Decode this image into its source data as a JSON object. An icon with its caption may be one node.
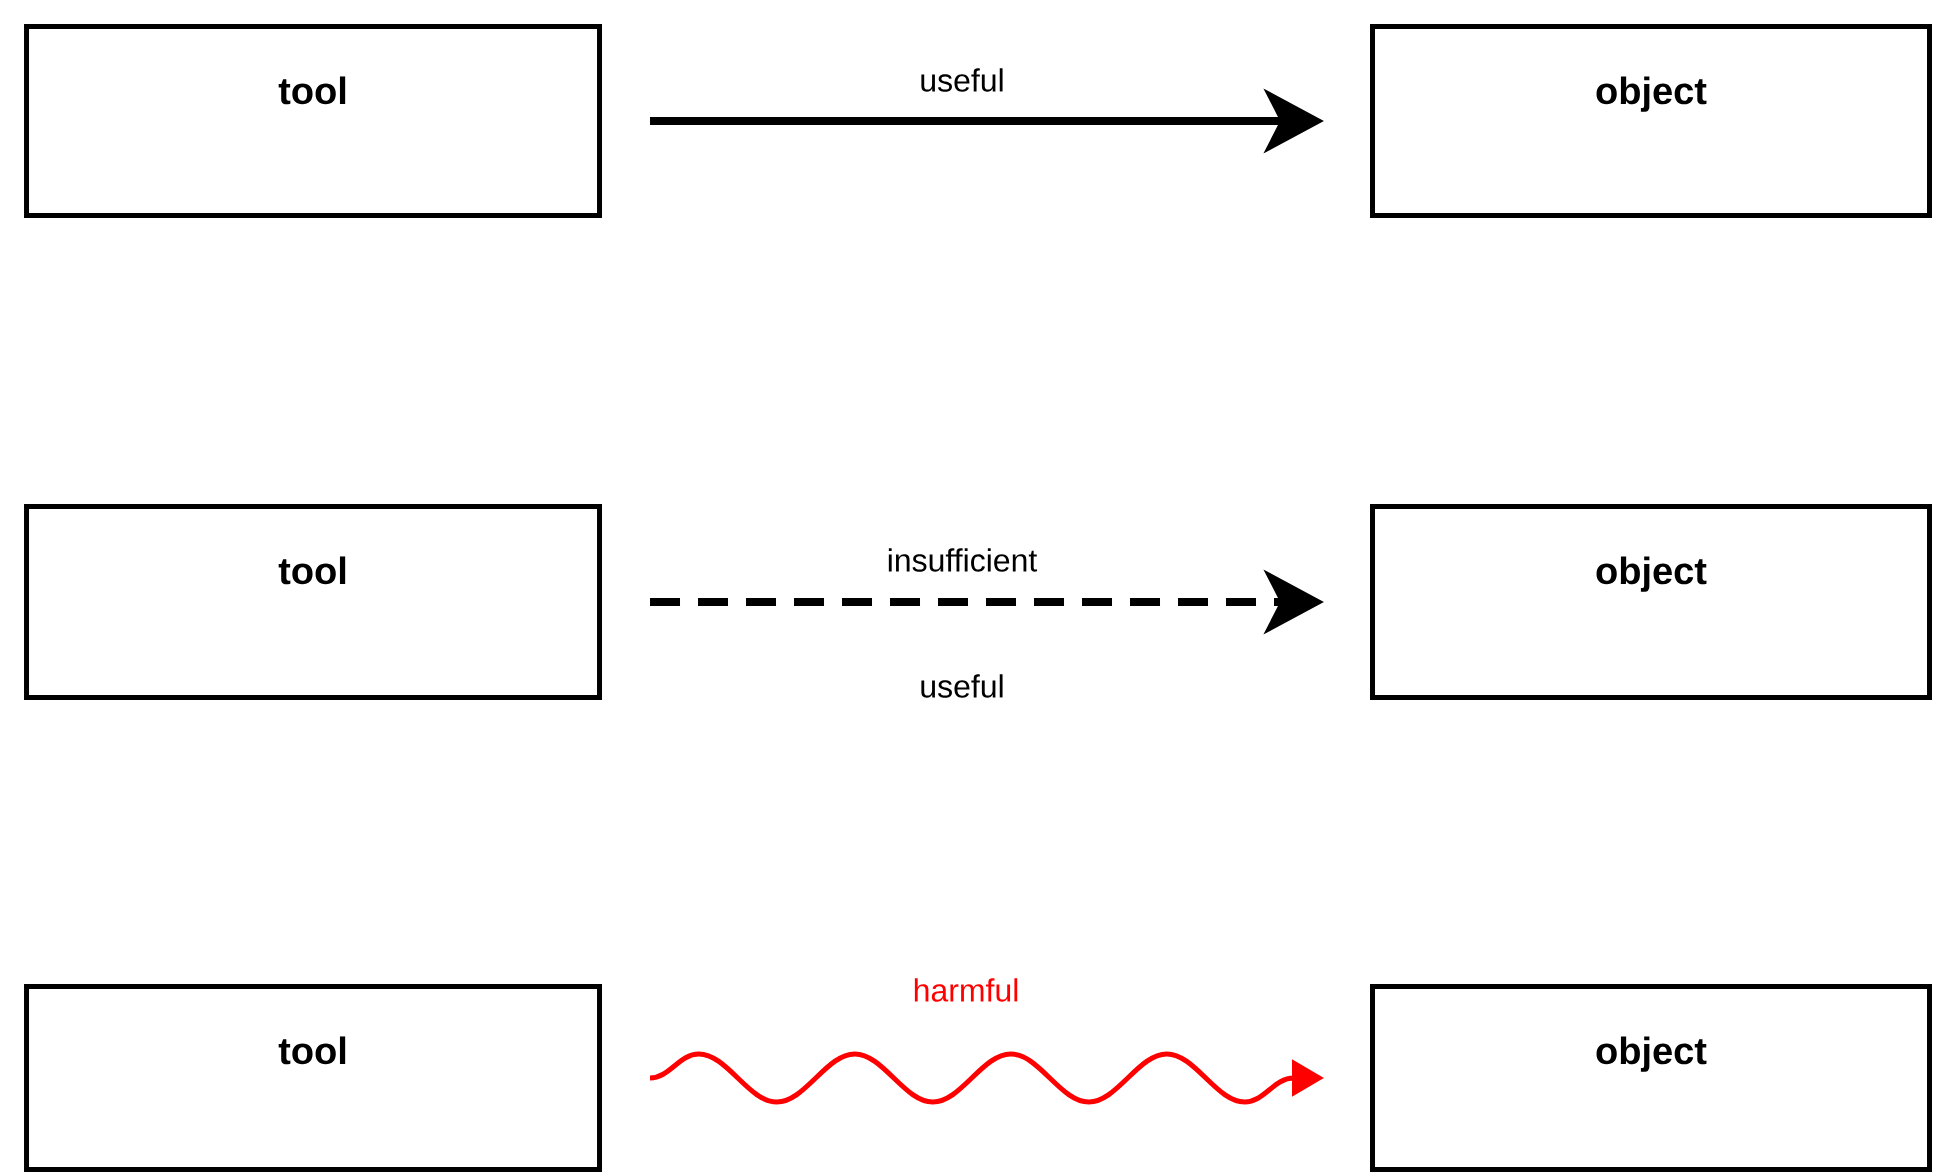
{
  "diagram": {
    "nodes": [
      {
        "text": [
          "tool"
        ]
      },
      {
        "text": [
          "object"
        ]
      },
      {
        "text": [
          "tool"
        ]
      },
      {
        "text": [
          "object"
        ]
      },
      {
        "text": [
          "tool"
        ]
      },
      {
        "text": [
          "object"
        ]
      }
    ],
    "edges": [
      {
        "from": 0,
        "to": 1,
        "arrow": "to",
        "label": "useful"
      },
      {
        "from": 2,
        "to": 3,
        "arrow": "to",
        "label": "insufficient",
        "style": "dashed"
      },
      {
        "from": 4,
        "to": 5,
        "arrow": "to",
        "label": "harmful",
        "color": "#ff0000"
      }
    ],
    "labels": [
      "useful"
    ]
  }
}
